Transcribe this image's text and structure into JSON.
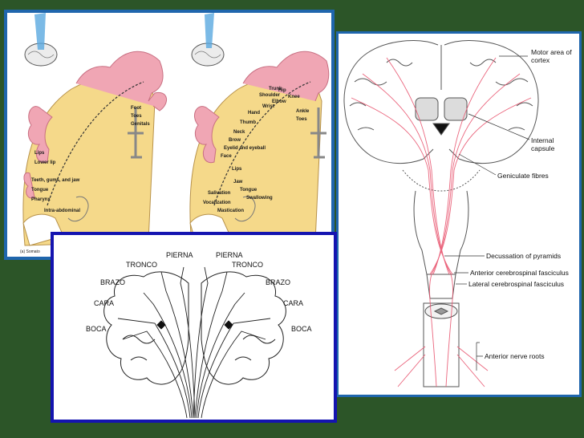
{
  "colors": {
    "background": "#2c5528",
    "frame_blue": "#1f66ad",
    "frame_navy": "#1414b0",
    "cortex_fill": "#f5d98a",
    "pink": "#f0a6b4",
    "tract_red": "#e8556f"
  },
  "homunculus": {
    "caption": "(a) Somato",
    "left_labels": [
      "Foot",
      "Toes",
      "Genitals",
      "Lower lip",
      "Lips",
      "Teeth, gums, and jaw",
      "Tongue",
      "Pharynx",
      "Intra-abdominal"
    ],
    "right_labels": [
      "Ankle",
      "Toes",
      "Knee",
      "Hip",
      "Trunk",
      "Shoulder",
      "Elbow",
      "Wrist",
      "Hand",
      "Thumb",
      "Neck",
      "Brow",
      "Eyelid and eyeball",
      "Face",
      "Lips",
      "Jaw",
      "Tongue",
      "Swallowing",
      "Salivation",
      "Vocalization",
      "Mastication"
    ]
  },
  "pyramidal": {
    "labels": {
      "motor_area": [
        "Motor area of",
        "cortex"
      ],
      "internal_capsule": [
        "Internal",
        "capsule"
      ],
      "geniculate": "Geniculate fibres",
      "decussation": "Decussation of pyramids",
      "anterior_fasciculus": "Anterior cerebrospinal fasciculus",
      "lateral_fasciculus": "Lateral cerebrospinal fasciculus",
      "nerve_roots": "Anterior nerve roots"
    }
  },
  "spanish": {
    "left": [
      "PIERNA",
      "TRONCO",
      "BRAZO",
      "CARA",
      "BOCA"
    ],
    "right": [
      "PIERNA",
      "TRONCO",
      "BRAZO",
      "CARA",
      "BOCA"
    ]
  }
}
